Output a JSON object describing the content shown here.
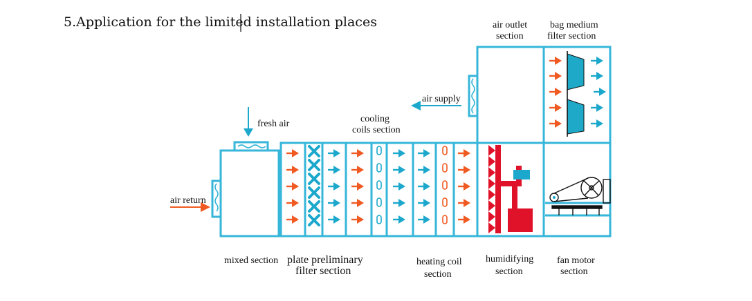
{
  "title": "5.Application for the limited installation places",
  "labels": {
    "fresh_air": "fresh air",
    "air_return": "air return",
    "air_supply": "air supply",
    "cooling_line1": "cooling",
    "cooling_line2": "coils section",
    "air_outlet_line1": "air outlet",
    "air_outlet_line2": "section",
    "bag_line1": "bag medium",
    "bag_line2": "filter section",
    "mixed": "mixed section",
    "plate_line1": "plate preliminary",
    "plate_line2": "filter section",
    "heating_line1": "heating  coil",
    "heating_line2": "section",
    "humid_line1": "humidifying",
    "humid_line2": "section",
    "fan_line1": "fan motor",
    "fan_line2": "section"
  },
  "colors": {
    "frame": "#36b6d9",
    "warm_arrow": "#f05a22",
    "cool_arrow": "#1ba8cc",
    "humidifier": "#e0122a",
    "filter_bag": "#1fa9c9",
    "text": "#111111"
  }
}
